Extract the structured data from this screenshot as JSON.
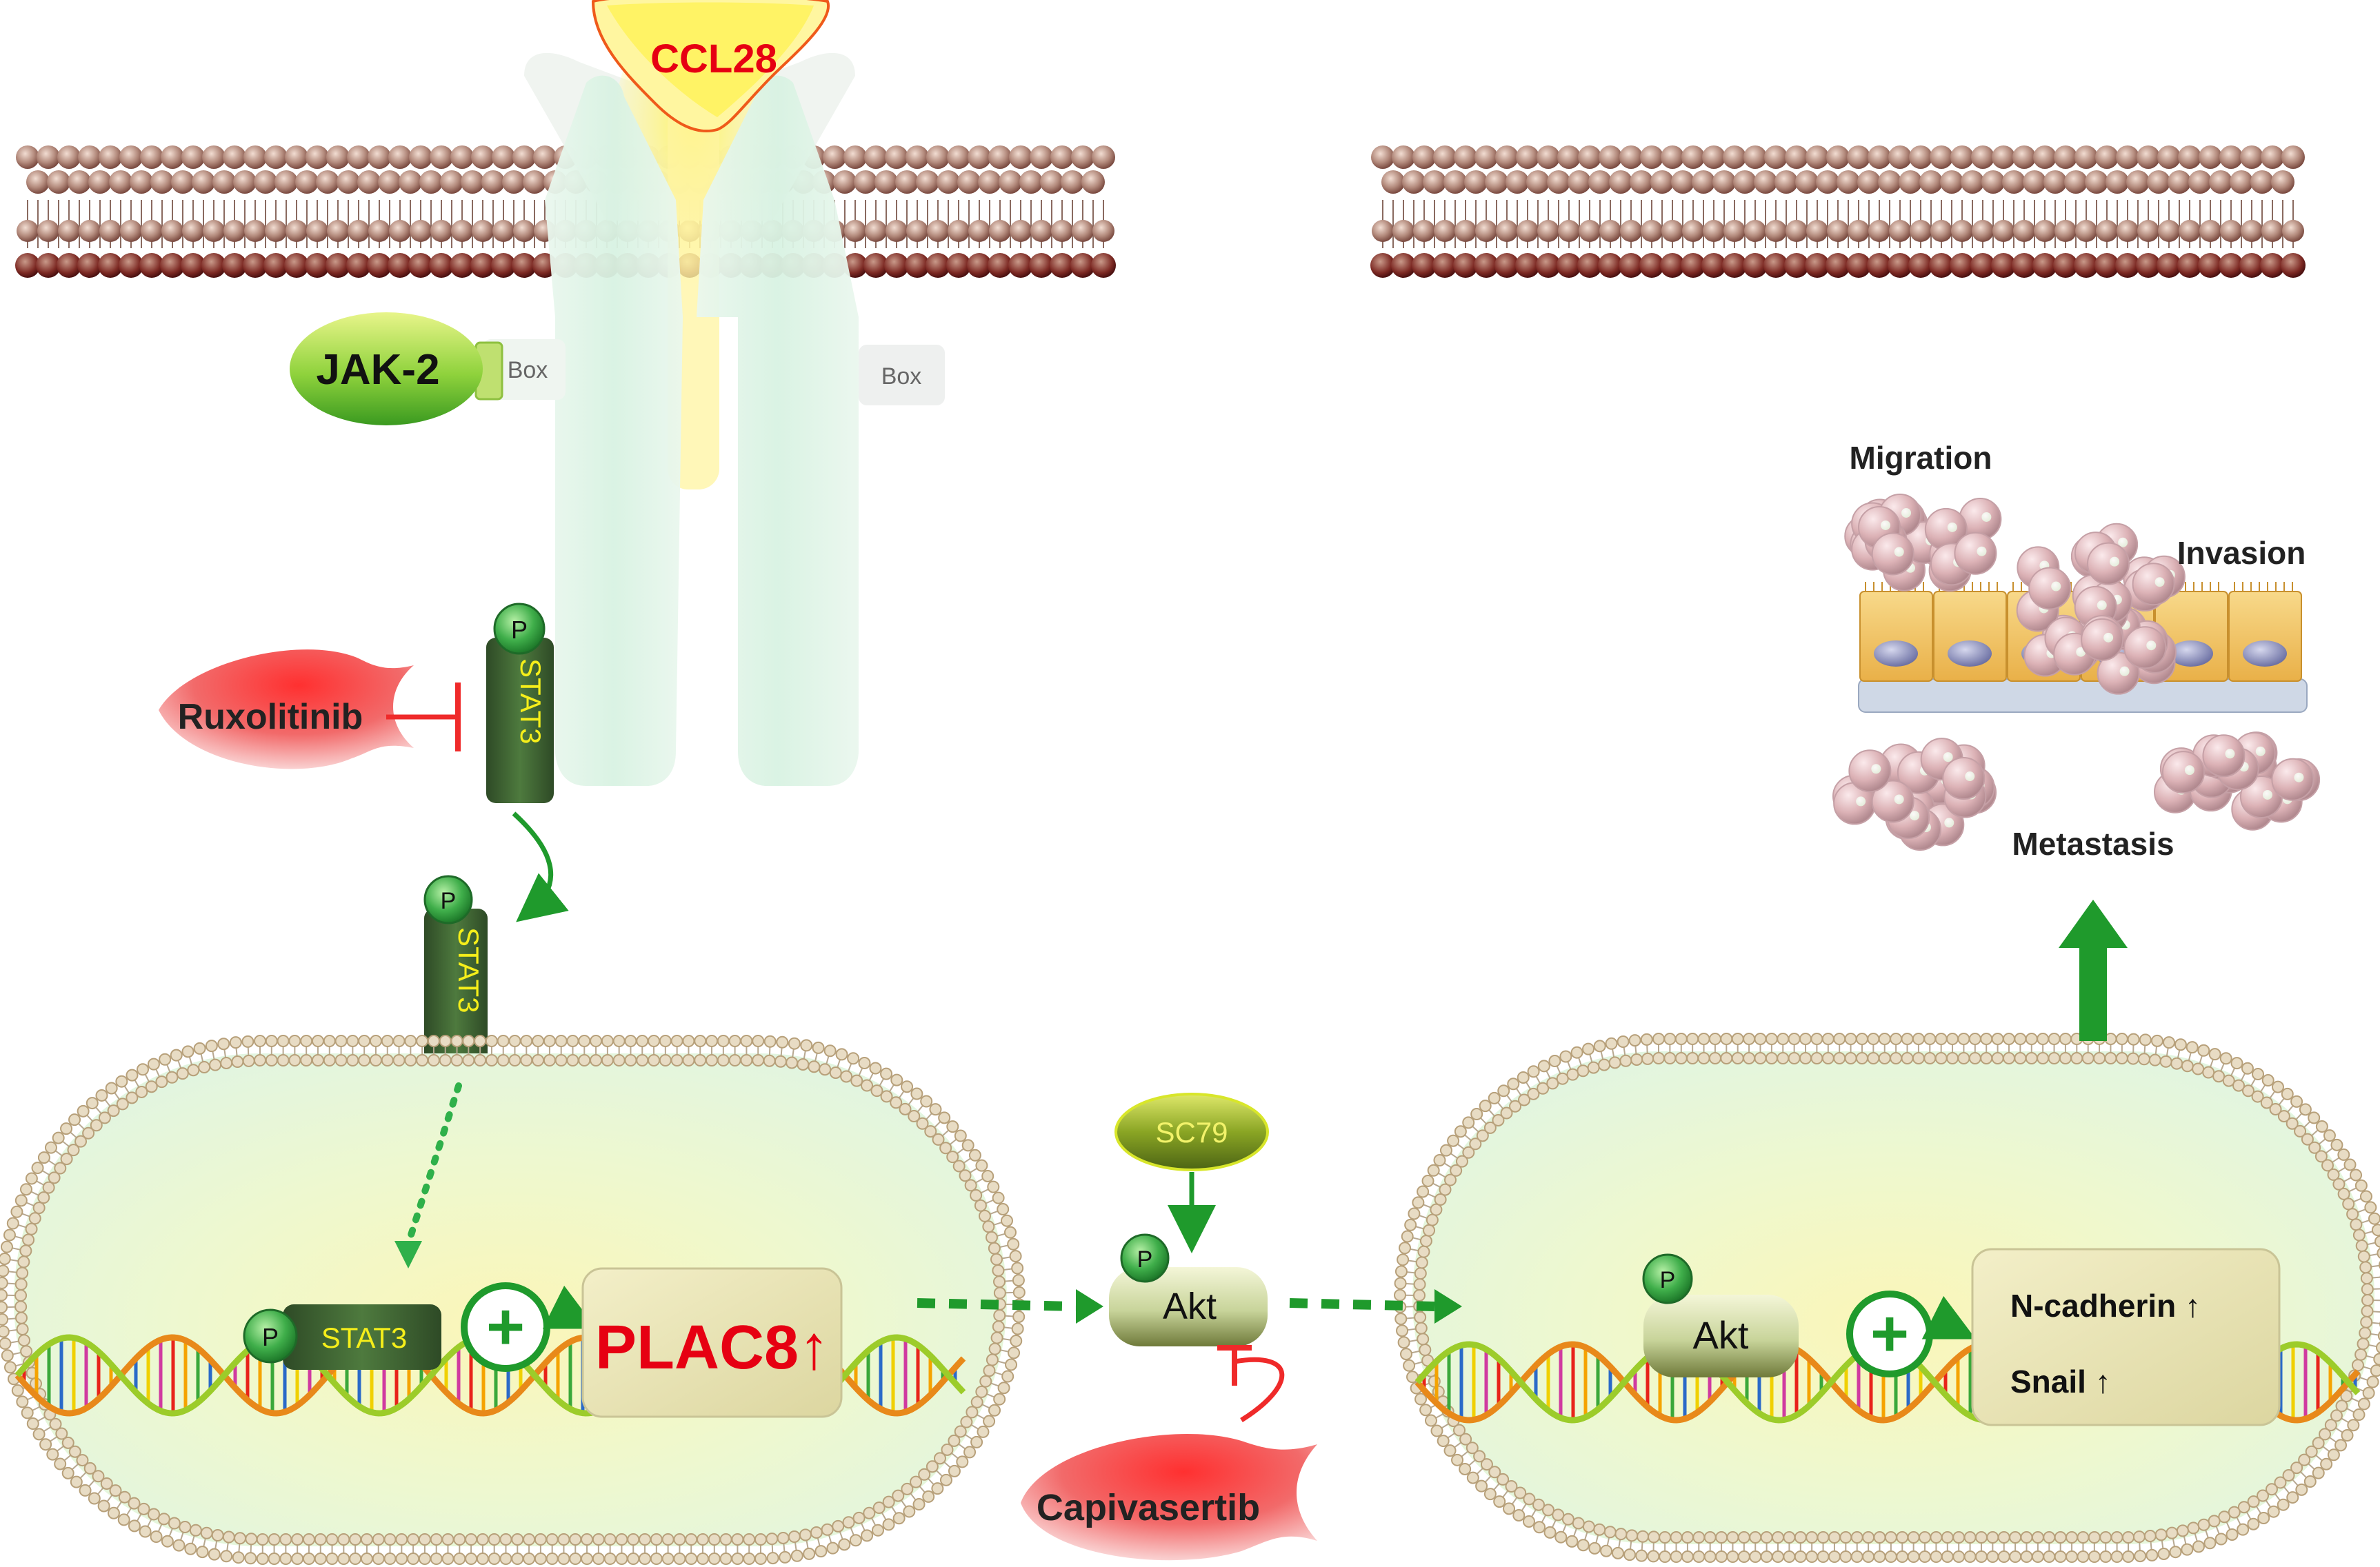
{
  "ligand": {
    "label": "CCL28"
  },
  "receptor": {
    "box_left": "Box",
    "box_right": "Box"
  },
  "kinases": {
    "jak2": "JAK-2",
    "akt_cytoplasm": "Akt",
    "akt_nucleus": "Akt",
    "phospho": "P"
  },
  "stat": {
    "stat3_membrane": "STAT3",
    "stat3_cytoplasm": "STAT3",
    "stat3_dna": "STAT3"
  },
  "inhibitors": {
    "ruxolitinib": "Ruxolitinib",
    "capivasertib": "Capivasertib"
  },
  "activator": {
    "sc79": "SC79"
  },
  "genes": {
    "plac8": "PLAC8↑",
    "n_cadherin": "N-cadherin ↑",
    "snail": "Snail ↑"
  },
  "outcomes": {
    "migration": "Migration",
    "invasion": "Invasion",
    "metastasis": "Metastasis"
  },
  "plus_symbol": "+",
  "colors": {
    "membrane_head": "#a8786c",
    "membrane_tail": "#6e1f1f",
    "receptor": "#e3f5ea",
    "ligand_glow": "#fff25a",
    "ccl28_text": "#e60012",
    "jak2": "#5fb82d",
    "stat3": "#3a5a2f",
    "stat3_text": "#f5ee1a",
    "phospho_green": "#2f9e3c",
    "inhibitor_red": "#ef2a2a",
    "activation_green": "#1f9a2c",
    "nucleus_fill": "#eaf8cc",
    "gene_box": "#e4dfb0",
    "plac8_text": "#e60012",
    "cell_pink": "#d9b3b8",
    "epithelial_orange": "#f3c564",
    "nucleus_purple": "#8c8fb8"
  }
}
